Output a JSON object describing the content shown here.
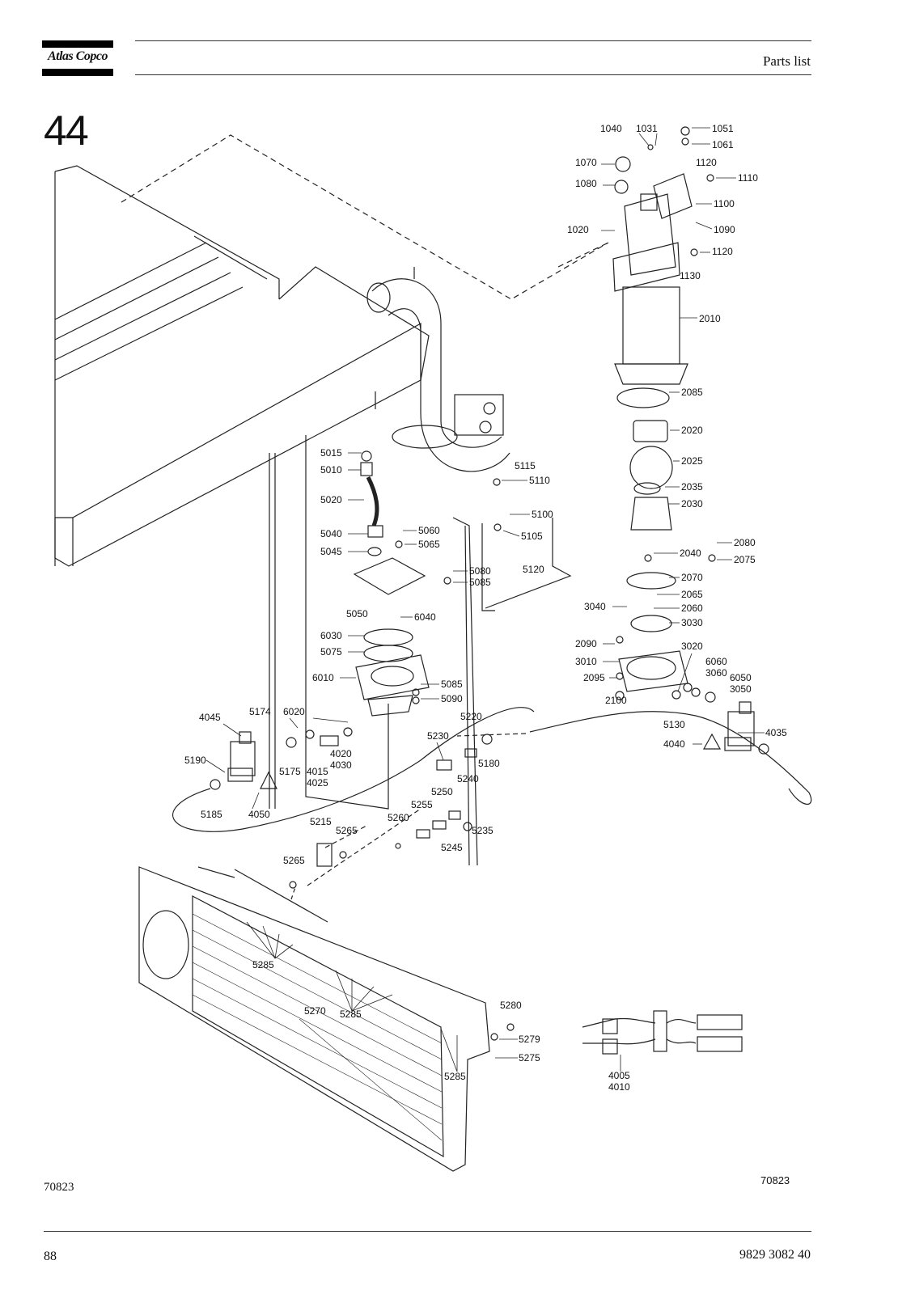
{
  "header": {
    "brand": "Atlas Copco",
    "title": "Parts list"
  },
  "section_number": "44",
  "figure_ref_left": "70823",
  "figure_ref_right": "70823",
  "footer": {
    "page_number": "88",
    "document_number": "9829 3082 40"
  },
  "callouts": [
    "1040",
    "1031",
    "1051",
    "1061",
    "1070",
    "1120",
    "1110",
    "1080",
    "1100",
    "1020",
    "1090",
    "1120",
    "1130",
    "2010",
    "2085",
    "2020",
    "2025",
    "2035",
    "2030",
    "2080",
    "2040",
    "2075",
    "2070",
    "2065",
    "3040",
    "2060",
    "3030",
    "2090",
    "3020",
    "6060",
    "3010",
    "3060",
    "6050",
    "2095",
    "3050",
    "2100",
    "5130",
    "4040",
    "4035",
    "5015",
    "5010",
    "5020",
    "5040",
    "5045",
    "5060",
    "5065",
    "5080",
    "5085",
    "5050",
    "6040",
    "6030",
    "5075",
    "6010",
    "5085",
    "5090",
    "5115",
    "5110",
    "5100",
    "5105",
    "5120",
    "5220",
    "4045",
    "5174",
    "6020",
    "4020",
    "4030",
    "4015",
    "4025",
    "5175",
    "5190",
    "5185",
    "4050",
    "5230",
    "5180",
    "5240",
    "5250",
    "5255",
    "5235",
    "5215",
    "5265",
    "5260",
    "5245",
    "5265",
    "5285",
    "5270",
    "5285",
    "5280",
    "5279",
    "5275",
    "5285",
    "4005",
    "4010"
  ]
}
